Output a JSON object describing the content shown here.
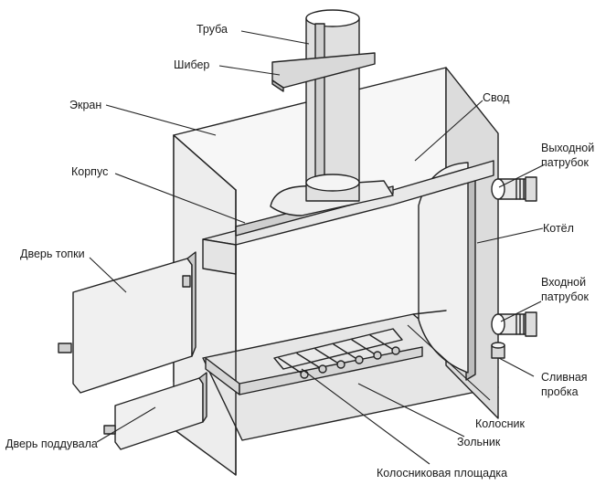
{
  "labels": {
    "truba": "Труба",
    "shiber": "Шибер",
    "ekran": "Экран",
    "svod": "Свод",
    "korpus": "Корпус",
    "vykhodnoy_line1": "Выходной",
    "vykhodnoy_line2": "патрубок",
    "kotel": "Котёл",
    "dver_topki": "Дверь топки",
    "vkhodnoy_line1": "Входной",
    "vkhodnoy_line2": "патрубок",
    "slivnaya_line1": "Сливная",
    "slivnaya_line2": "пробка",
    "kolosnik": "Колосник",
    "dver_poddouvala": "Дверь поддувала",
    "zolnik": "Зольник",
    "kolosnikovaya_ploshchadka": "Колосниковая площадка"
  },
  "colors": {
    "light_face": "#f4f4f4",
    "mid_face": "#e2e2e2",
    "dark_face": "#bdbdbd",
    "line": "#222222"
  }
}
